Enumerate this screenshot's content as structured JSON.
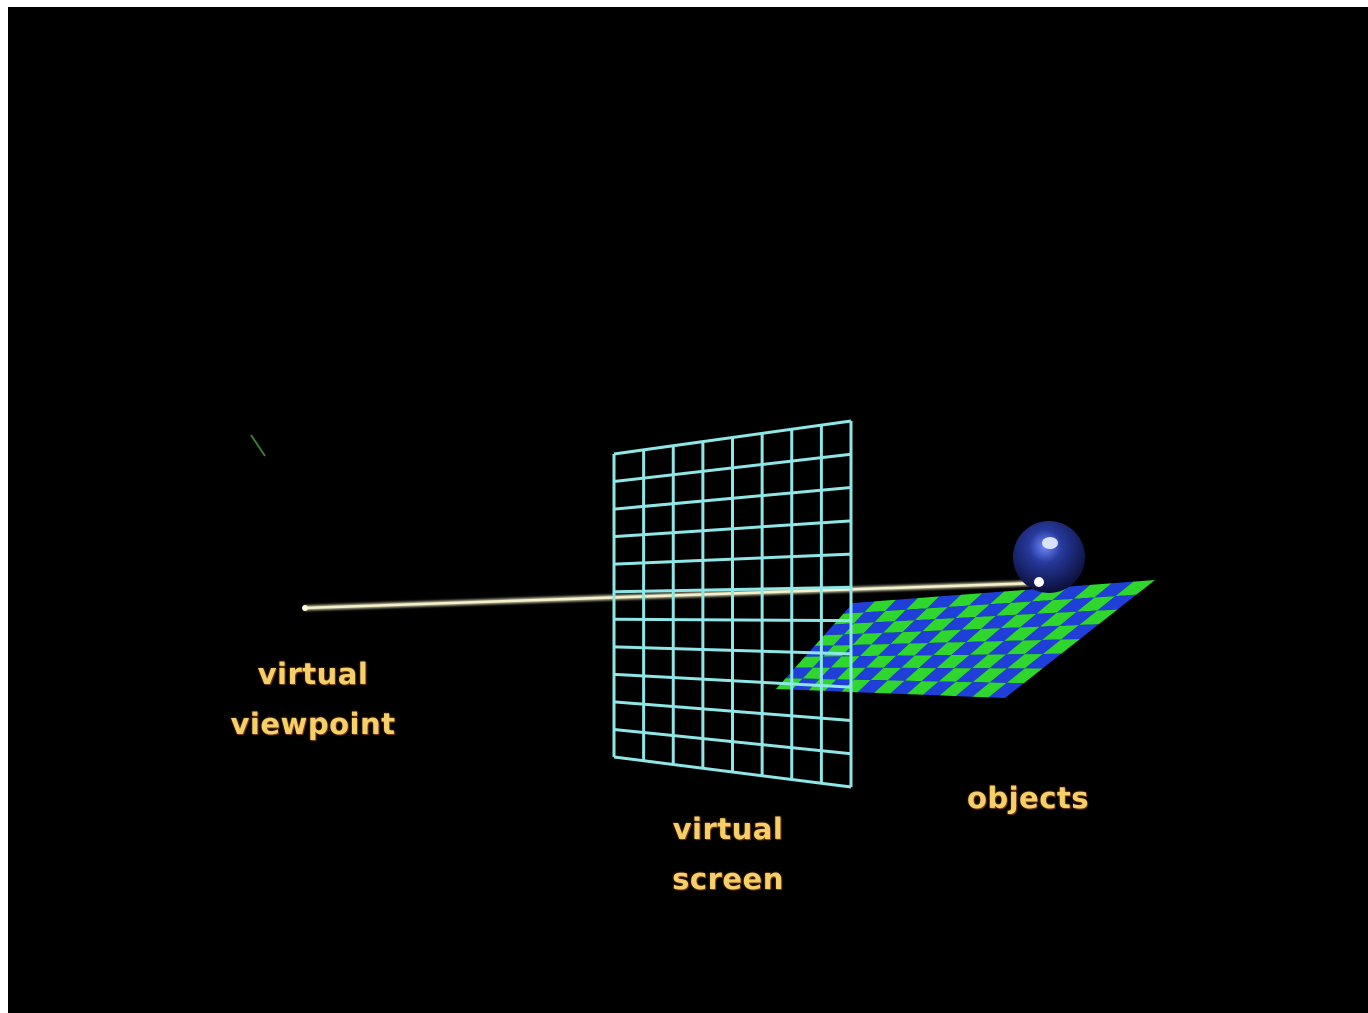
{
  "labels": {
    "viewpoint": {
      "line1": "virtual",
      "line2": "viewpoint"
    },
    "screen": {
      "line1": "virtual",
      "line2": "screen"
    },
    "objects": "objects"
  },
  "colors": {
    "background": "#000000",
    "grid": "#8fe6e6",
    "ray": "#f4f0c8",
    "checker_a": "#1f3fd8",
    "checker_b": "#2ed62e",
    "sphere": "#1a2a7a",
    "label": "#f5d06a"
  },
  "icons": [
    "ray-line",
    "screen-grid",
    "checker-plane",
    "sphere"
  ]
}
